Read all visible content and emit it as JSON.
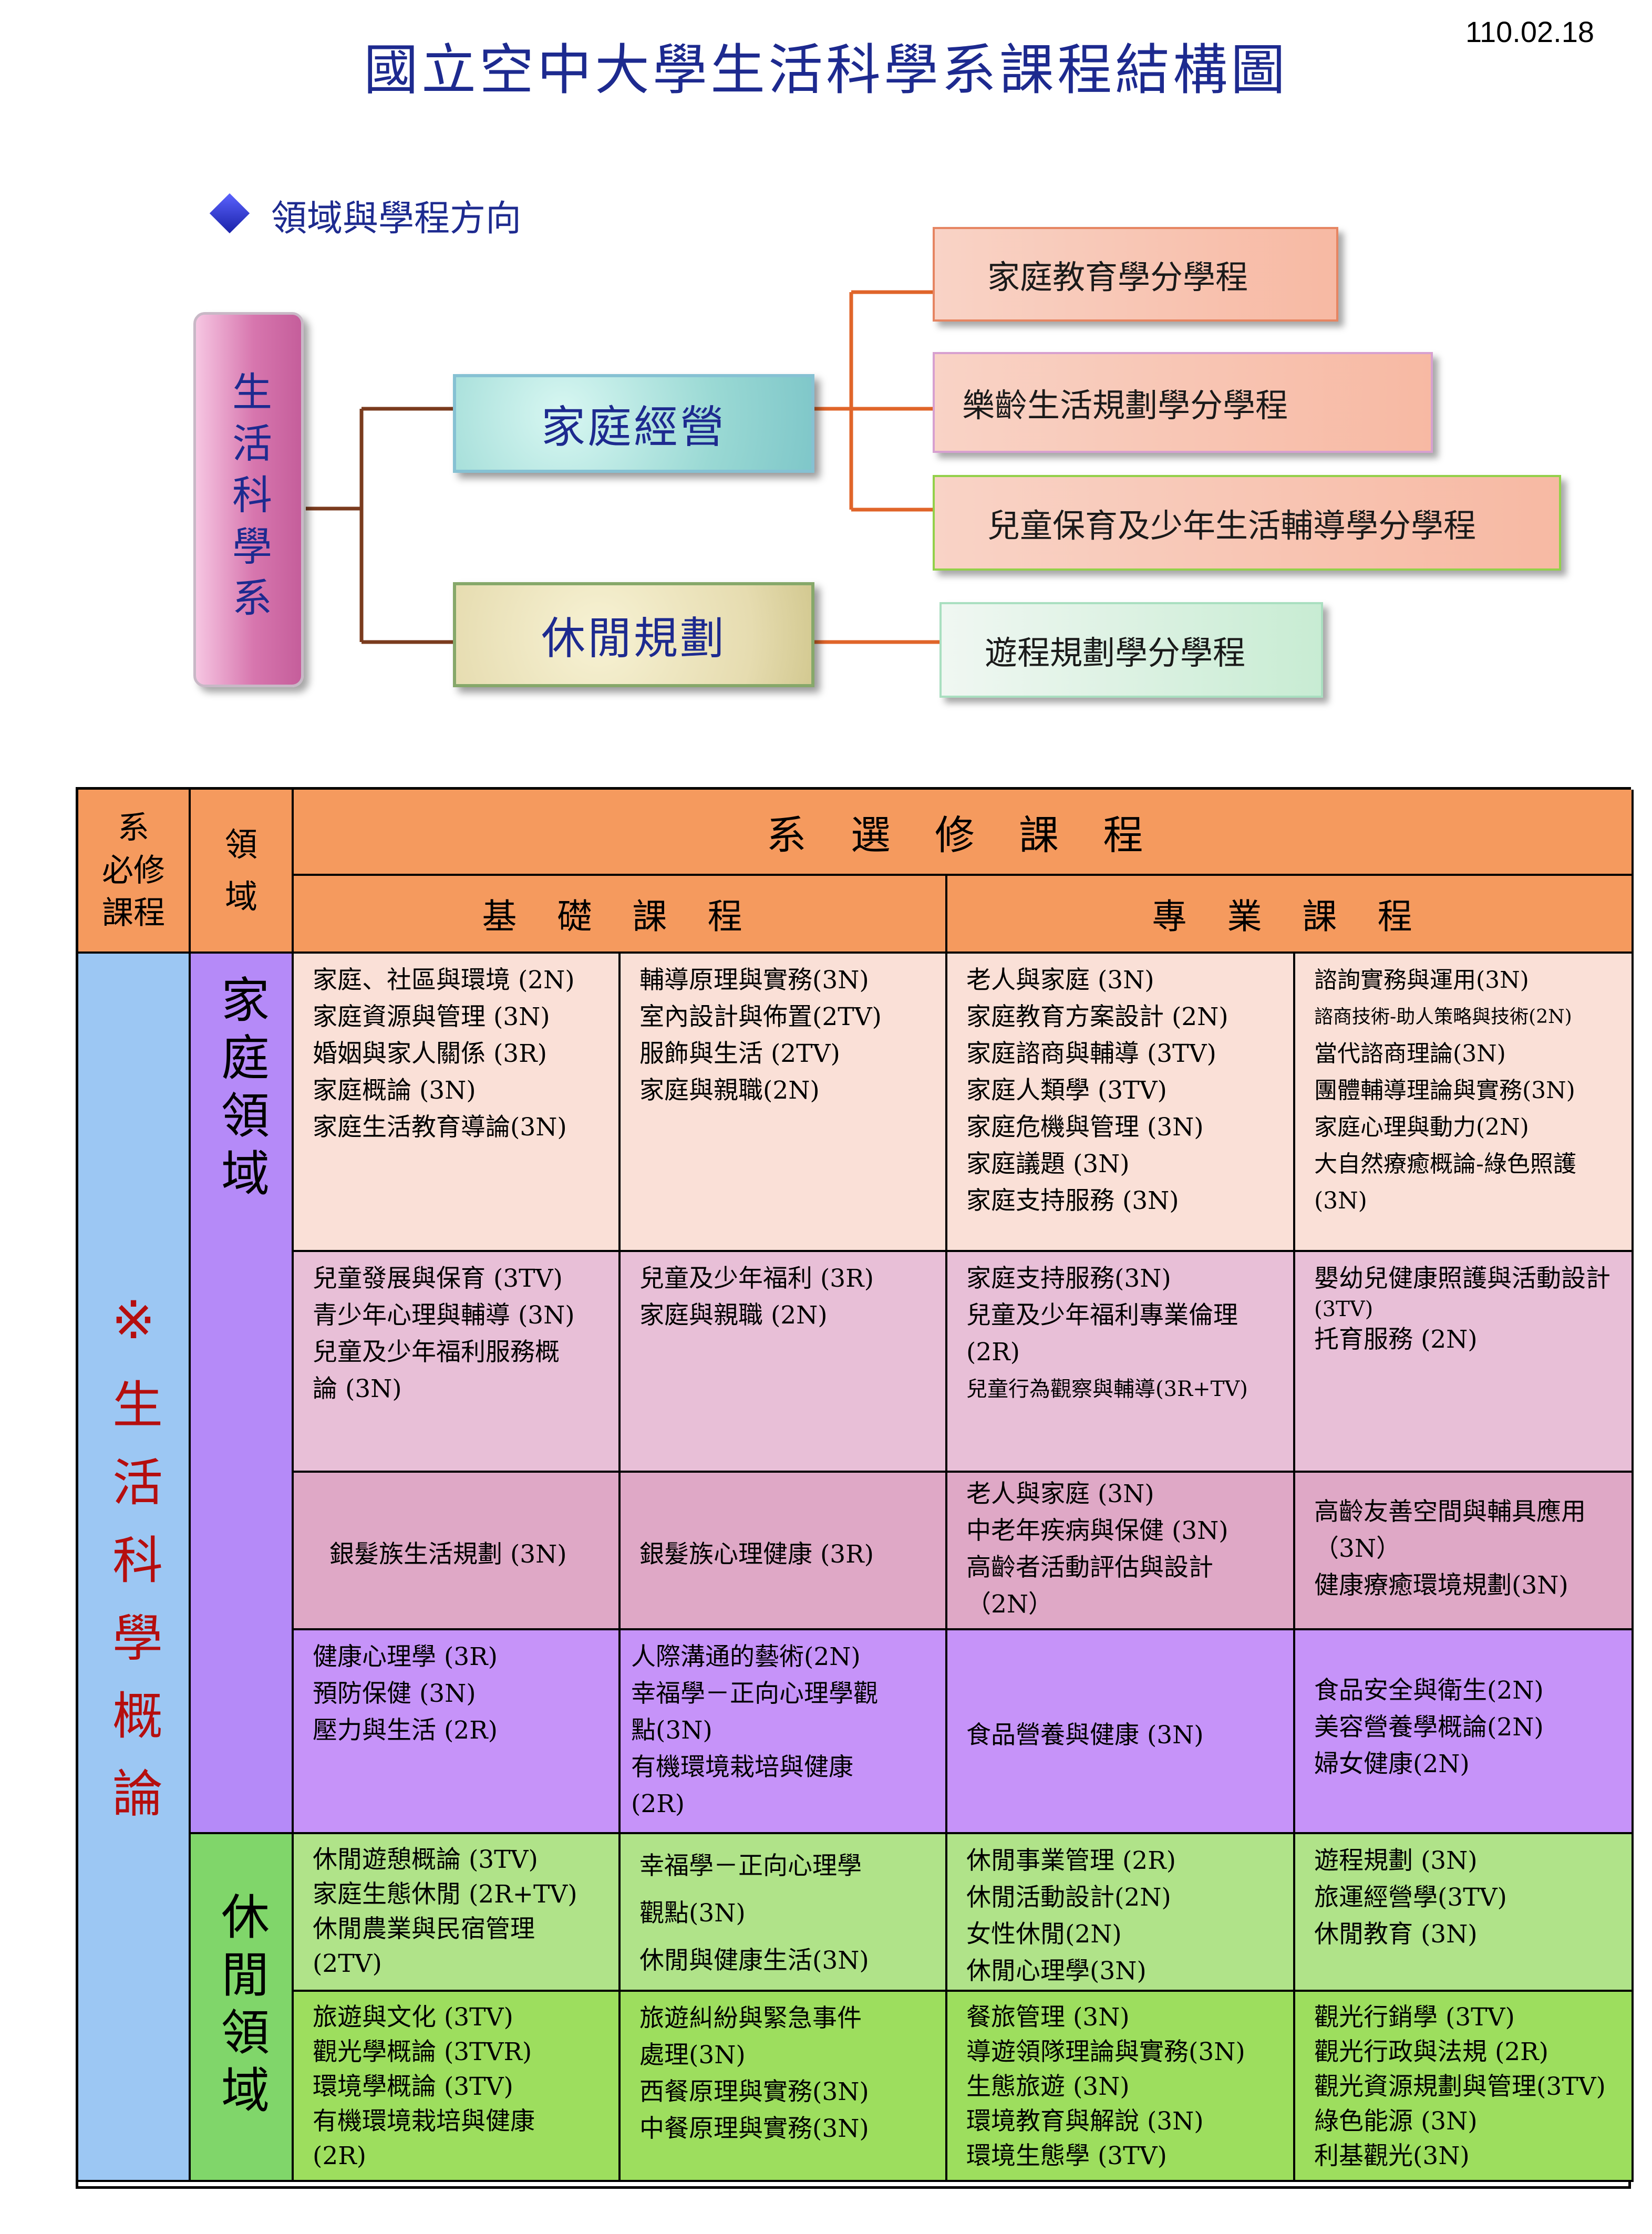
{
  "header": {
    "title": "國立空中大學生活科學系課程結構圖",
    "date": "110.02.18"
  },
  "structure": {
    "section_title": "領域與學程方向",
    "department": "生活科學系",
    "areas": [
      {
        "label": "家庭經營",
        "programs": [
          "家庭教育學分學程",
          "樂齡生活規劃學分學程",
          "兒童保育及少年生活輔導學分學程"
        ]
      },
      {
        "label": "休閒規劃",
        "programs": [
          "遊程規劃學分學程"
        ]
      }
    ]
  },
  "table": {
    "col_required": "系必修課程",
    "col_required_lines": [
      "系",
      "必修",
      "課程"
    ],
    "col_area": [
      "領",
      "域"
    ],
    "elective_header": "系 選 修 課 程",
    "basic_header": "基 礎 課 程",
    "pro_header": "專 業 課 程",
    "required_mark": "※",
    "required_course": "生活科學概論",
    "area_family": "家庭領域",
    "area_leisure": "休閒領域",
    "rows": [
      {
        "basic_a": [
          "家庭、社區與環境 (2N)",
          "家庭資源與管理 (3N)",
          "婚姻與家人關係 (3R)",
          "家庭概論 (3N)",
          "家庭生活教育導論(3N)"
        ],
        "basic_b": [
          "輔導原理與實務(3N)",
          "室內設計與佈置(2TV)",
          "服飾與生活 (2TV)",
          "家庭與親職(2N)"
        ],
        "pro_a": [
          "老人與家庭 (3N)",
          "家庭教育方案設計 (2N)",
          "家庭諮商與輔導 (3TV)",
          "家庭人類學 (3TV)",
          "家庭危機與管理 (3N)",
          "家庭議題 (3N)",
          "家庭支持服務 (3N)"
        ],
        "pro_b": [
          "諮詢實務與運用(3N)",
          "諮商技術-助人策略與技術(2N)",
          "當代諮商理論(3N)",
          "團體輔導理論與實務(3N)",
          "家庭心理與動力(2N)",
          "大自然療癒概論-綠色照護",
          "(3N)"
        ]
      },
      {
        "basic_a": [
          "兒童發展與保育 (3TV)",
          "青少年心理與輔導 (3N)",
          "兒童及少年福利服務概",
          "論 (3N)"
        ],
        "basic_b": [
          "兒童及少年福利 (3R)",
          "家庭與親職 (2N)"
        ],
        "pro_a": [
          "家庭支持服務(3N)",
          "兒童及少年福利專業倫理",
          "(2R)",
          "兒童行為觀察與輔導(3R+TV)"
        ],
        "pro_b": [
          "嬰幼兒健康照護與活動設計",
          "(3TV)",
          "托育服務 (2N)"
        ]
      },
      {
        "basic_a": [
          "銀髮族生活規劃 (3N)"
        ],
        "basic_b": [
          "銀髮族心理健康 (3R)"
        ],
        "pro_a": [
          "老人與家庭 (3N)",
          "中老年疾病與保健 (3N)",
          "高齡者活動評估與設計",
          "（2N）"
        ],
        "pro_b": [
          "高齡友善空間與輔具應用",
          "（3N）",
          "健康療癒環境規劃(3N)"
        ]
      },
      {
        "basic_a": [
          "健康心理學 (3R)",
          "預防保健 (3N)",
          "壓力與生活 (2R)"
        ],
        "basic_b": [
          "人際溝通的藝術(2N)",
          "幸福學－正向心理學觀",
          "點(3N)",
          "有機環境栽培與健康",
          "(2R)"
        ],
        "pro_a": [
          "食品營養與健康 (3N)"
        ],
        "pro_b": [
          "食品安全與衛生(2N)",
          "美容營養學概論(2N)",
          "婦女健康(2N)"
        ]
      },
      {
        "basic_a": [
          "休閒遊憩概論 (3TV)",
          "家庭生態休閒 (2R+TV)",
          "休閒農業與民宿管理",
          "(2TV)"
        ],
        "basic_b": [
          "幸福學－正向心理學",
          "觀點(3N)",
          "休閒與健康生活(3N)"
        ],
        "pro_a": [
          "休閒事業管理 (2R)",
          "休閒活動設計(2N)",
          "女性休閒(2N)",
          "休閒心理學(3N)"
        ],
        "pro_b": [
          "遊程規劃 (3N)",
          "旅運經營學(3TV)",
          "休閒教育 (3N)"
        ]
      },
      {
        "basic_a": [
          "旅遊與文化 (3TV)",
          "觀光學概論 (3TVR)",
          "環境學概論 (3TV)",
          "有機環境栽培與健康",
          "(2R)"
        ],
        "basic_b": [
          "旅遊糾紛與緊急事件",
          "處理(3N)",
          "西餐原理與實務(3N)",
          "中餐原理與實務(3N)"
        ],
        "pro_a": [
          "餐旅管理 (3N)",
          "導遊領隊理論與實務(3N)",
          "生態旅遊 (3N)",
          "環境教育與解說 (3N)",
          "環境生態學 (3TV)"
        ],
        "pro_b": [
          "觀光行銷學 (3TV)",
          "觀光行政與法規 (2R)",
          "觀光資源規劃與管理(3TV)",
          "綠色能源 (3N)",
          "利基觀光(3N)"
        ]
      }
    ]
  }
}
